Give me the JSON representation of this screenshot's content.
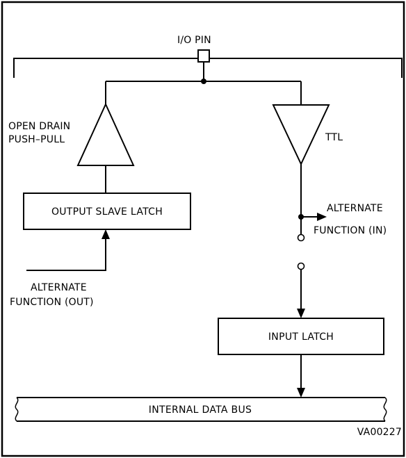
{
  "labels": {
    "io_pin": "I/O PIN",
    "open_drain": "OPEN DRAIN",
    "push_pull": "PUSH–PULL",
    "ttl": "TTL",
    "output_slave_latch": "OUTPUT SLAVE LATCH",
    "alt_function_in_1": "ALTERNATE",
    "alt_function_in_2": "FUNCTION (IN)",
    "alt_function_out_1": "ALTERNATE",
    "alt_function_out_2": "FUNCTION (OUT)",
    "input_latch": "INPUT LATCH",
    "internal_data_bus": "INTERNAL DATA BUS",
    "ref_code": "VA00227"
  }
}
